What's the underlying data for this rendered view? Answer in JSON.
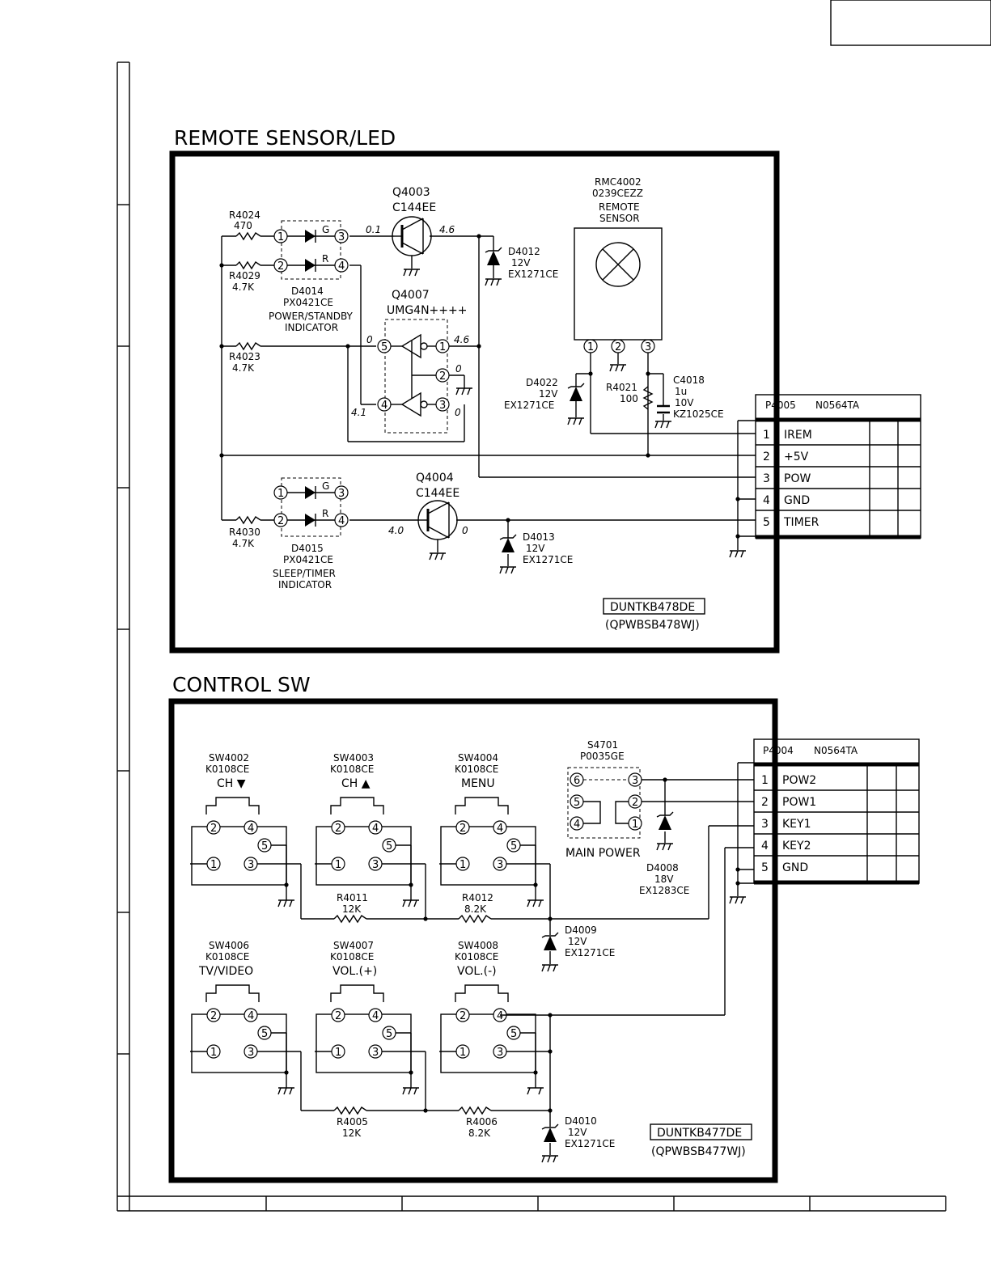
{
  "sections": {
    "remote": {
      "title": "REMOTE SENSOR/LED",
      "board_code": "DUNTKB478DE",
      "board_code2": "(QPWBSB478WJ)"
    },
    "control": {
      "title": "CONTROL SW",
      "board_code": "DUNTKB477DE",
      "board_code2": "(QPWBSB477WJ)"
    }
  },
  "remote_parts": {
    "r4024": [
      "R4024",
      "470"
    ],
    "r4029": [
      "R4029",
      "4.7K"
    ],
    "r4023": [
      "R4023",
      "4.7K"
    ],
    "r4030": [
      "R4030",
      "4.7K"
    ],
    "d4014": [
      "D4014",
      "PX0421CE",
      "POWER/STANDBY",
      "INDICATOR"
    ],
    "d4015": [
      "D4015",
      "PX0421CE",
      "SLEEP/TIMER",
      "INDICATOR"
    ],
    "q4003": [
      "Q4003",
      "C144EE"
    ],
    "q4004": [
      "Q4004",
      "C144EE"
    ],
    "q4007": [
      "Q4007",
      "UMG4N++++"
    ],
    "d4012": [
      "D4012",
      "12V",
      "EX1271CE"
    ],
    "d4013": [
      "D4013",
      "12V",
      "EX1271CE"
    ],
    "d4022": [
      "D4022",
      "12V",
      "EX1271CE"
    ],
    "rmc4002": [
      "RMC4002",
      "0239CEZZ",
      "REMOTE",
      "SENSOR"
    ],
    "r4021": [
      "R4021",
      "100"
    ],
    "c4018": [
      "C4018",
      "1u",
      "10V",
      "KZ1025CE"
    ]
  },
  "voltages": {
    "q4003_in": "0.1",
    "q4003_out": "4.6",
    "q4007_p5": "0",
    "q4007_p1": "4.6",
    "q4007_p2": "0",
    "q4007_p4": "4.1",
    "q4007_p3": "0",
    "q4004_in": "4.0",
    "q4004_out": "0"
  },
  "led_pin_labels": {
    "g": "G",
    "r": "R"
  },
  "connector_p4005": {
    "header": [
      "P4005",
      "N0564TA"
    ],
    "pins": [
      {
        "num": "1",
        "sig": "IREM"
      },
      {
        "num": "2",
        "sig": "+5V"
      },
      {
        "num": "3",
        "sig": "POW"
      },
      {
        "num": "4",
        "sig": "GND"
      },
      {
        "num": "5",
        "sig": "TIMER"
      }
    ]
  },
  "connector_p4004": {
    "header": [
      "P4004",
      "N0564TA"
    ],
    "pins": [
      {
        "num": "1",
        "sig": "POW2"
      },
      {
        "num": "2",
        "sig": "POW1"
      },
      {
        "num": "3",
        "sig": "KEY1"
      },
      {
        "num": "4",
        "sig": "KEY2"
      },
      {
        "num": "5",
        "sig": "GND"
      }
    ]
  },
  "switches": [
    {
      "ref": "SW4002",
      "part": "K0108CE",
      "func": "CH  ▼"
    },
    {
      "ref": "SW4003",
      "part": "K0108CE",
      "func": "CH  ▲"
    },
    {
      "ref": "SW4004",
      "part": "K0108CE",
      "func": "MENU"
    },
    {
      "ref": "SW4006",
      "part": "K0108CE",
      "func": "TV/VIDEO"
    },
    {
      "ref": "SW4007",
      "part": "K0108CE",
      "func": "VOL.(+)"
    },
    {
      "ref": "SW4008",
      "part": "K0108CE",
      "func": "VOL.(-)"
    }
  ],
  "control_parts": {
    "s4701": [
      "S4701",
      "P0035GE",
      "MAIN POWER"
    ],
    "r4011": [
      "R4011",
      "12K"
    ],
    "r4012": [
      "R4012",
      "8.2K"
    ],
    "r4005": [
      "R4005",
      "12K"
    ],
    "r4006": [
      "R4006",
      "8.2K"
    ],
    "d4009": [
      "D4009",
      "12V",
      "EX1271CE"
    ],
    "d4010": [
      "D4010",
      "12V",
      "EX1271CE"
    ],
    "d4008": [
      "D4008",
      "18V",
      "EX1283CE"
    ]
  }
}
